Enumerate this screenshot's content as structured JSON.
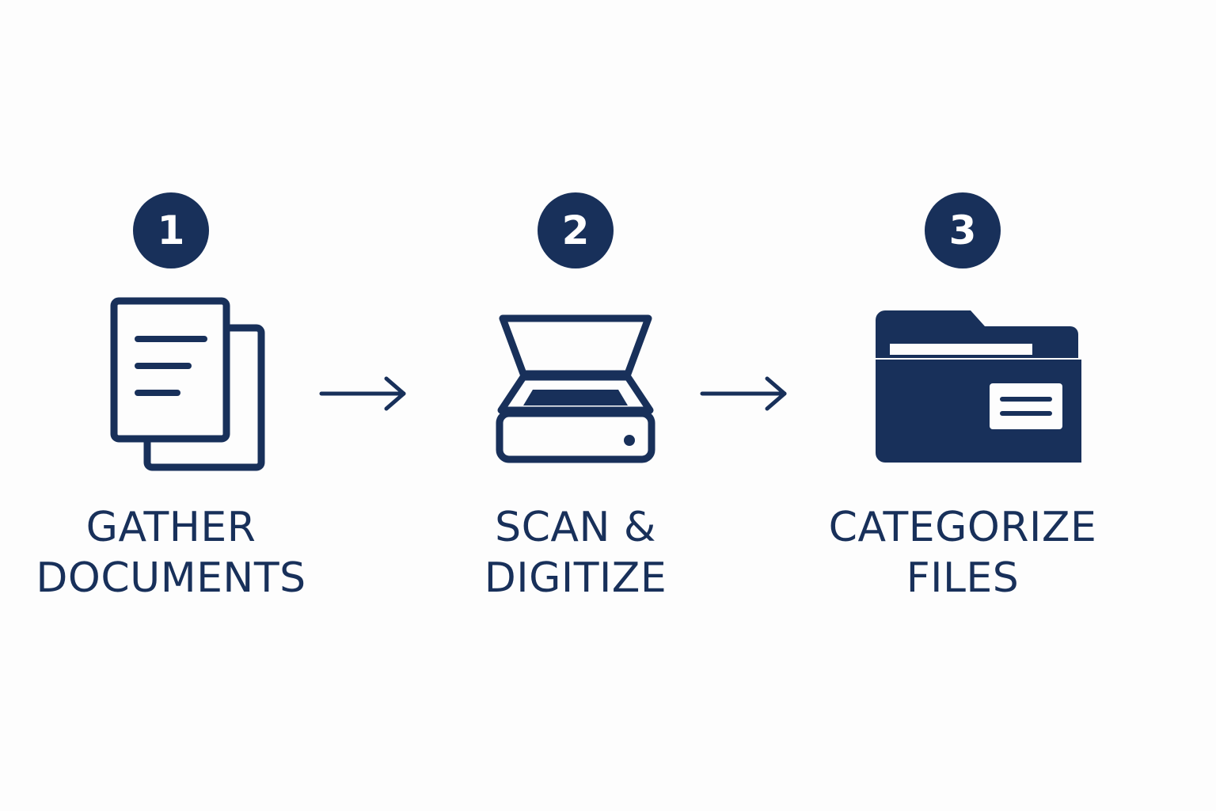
{
  "colors": {
    "primary": "#18305a",
    "background": "#fdfdfd",
    "badge_text": "#ffffff"
  },
  "steps": [
    {
      "number": "1",
      "icon": "documents-icon",
      "label_lines": [
        "GATHER",
        "DOCUMENTS"
      ]
    },
    {
      "number": "2",
      "icon": "scanner-icon",
      "label_lines": [
        "SCAN &",
        "DIGITIZE"
      ]
    },
    {
      "number": "3",
      "icon": "folder-icon",
      "label_lines": [
        "CATEGORIZE",
        "FILES"
      ]
    }
  ],
  "connectors": [
    {
      "icon": "arrow-right-icon"
    },
    {
      "icon": "arrow-right-icon"
    }
  ]
}
